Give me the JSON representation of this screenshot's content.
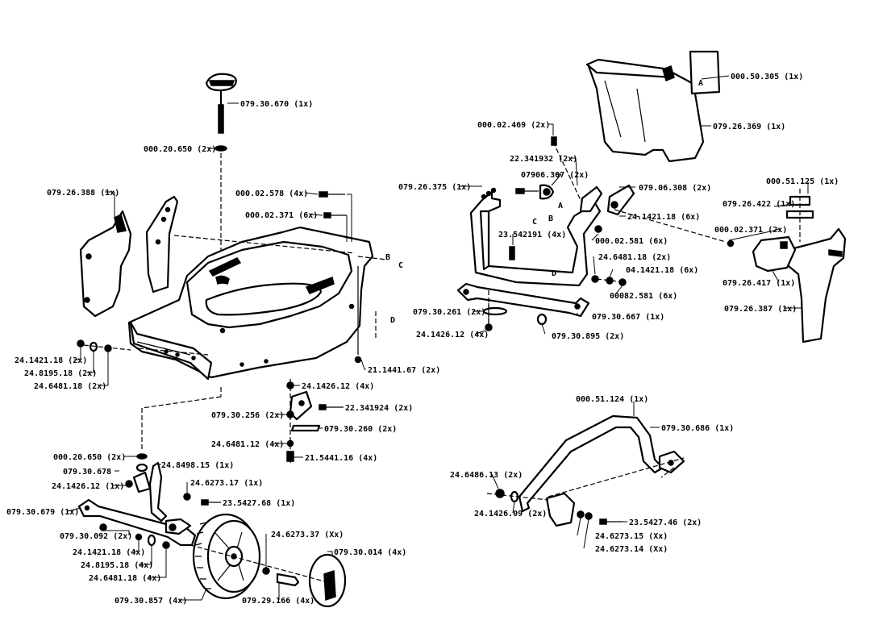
{
  "labels": {
    "p1": "079.30.670 (1x)",
    "p2": "000.20.650 (2x)",
    "p3": "000.02.578 (4x)",
    "p4": "000.02.371 (6x)",
    "p5": "079.26.388 (1x)",
    "p6": "24.1421.18 (2x)",
    "p7": "24.8195.18 (2x)",
    "p8": "24.6481.18 (2x)",
    "p9": "21.1441.67 (2x)",
    "p10": "24.1426.12 (4x)",
    "p11": "22.341924 (2x)",
    "p12": "079.30.256 (2x)",
    "p13": "079.30.260 (2x)",
    "p14": "24.6481.12 (4x)",
    "p15": "21.5441.16 (4x)",
    "p16": "000.20.650 (2x)",
    "p17": "079.30.678",
    "p18": "24.8498.15 (1x)",
    "p19": "24.1426.12 (1x)",
    "p20": "24.6273.17 (1x)",
    "p21": "23.5427.68 (1x)",
    "p22": "079.30.679 (1x)",
    "p23": "079.30.092 (2x)",
    "p24": "24.1421.18 (4x)",
    "p25": "24.8195.18 (4x)",
    "p26": "24.6481.18 (4x)",
    "p27": "24.6273.37 (Xx)",
    "p28": "079.30.014 (4x)",
    "p29": "079.30.857 (4x)",
    "p30": "079.29.166 (4x)",
    "p31": "000.50.305 (1x)",
    "p32": "079.26.369 (1x)",
    "p33": "000.02.469 (2x)",
    "p34": "22.341932 (2x)",
    "p35": "079.26.375 (1x)",
    "p36": "07906.307 (2x)",
    "p37": "079.06.308 (2x)",
    "p38": "24.1421.18 (6x)",
    "p39": "23.542191 (4x)",
    "p40": "000.02.581 (6x)",
    "p41": "24.6481.18 (2x)",
    "p42": "04.1421.18 (6x)",
    "p43": "00082.581 (6x)",
    "p44": "079.30.261 (2x)",
    "p45": "079.30.667 (1x)",
    "p46": "24.1426.12 (4x)",
    "p47": "079.30.895 (2x)",
    "p48": "000.51.125 (1x)",
    "p49": "079.26.422 (1x)",
    "p50": "000.02.371 (2x)",
    "p51": "079.26.417 (1x)",
    "p52": "079.26.387 (1x)",
    "p53": "000.51.124 (1x)",
    "p54": "079.30.686 (1x)",
    "p55": "24.6486.13 (2x)",
    "p56": "24.1426.09 (2x)",
    "p57": "23.5427.46 (2x)",
    "p58": "24.6273.15 (Xx)",
    "p59": "24.6273.14 (Xx)"
  },
  "markers": {
    "a1": "A",
    "b1": "B",
    "c1": "C",
    "d1": "D",
    "a2": "A",
    "b2": "B",
    "c2": "C",
    "d2": "D"
  }
}
